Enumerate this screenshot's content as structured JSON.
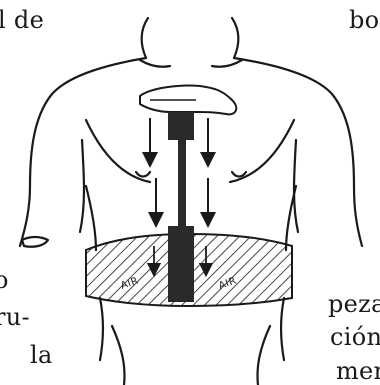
{
  "text_fragments": {
    "top_left": "l de",
    "top_right": "bo",
    "mid_left_1": "o",
    "mid_left_2": "ru-",
    "mid_left_3": "la",
    "mid_right_1": "peza",
    "mid_right_2": "ción",
    "mid_right_3": "men"
  },
  "figure": {
    "left_zone_label": "AIR",
    "right_zone_label": "AIR"
  }
}
